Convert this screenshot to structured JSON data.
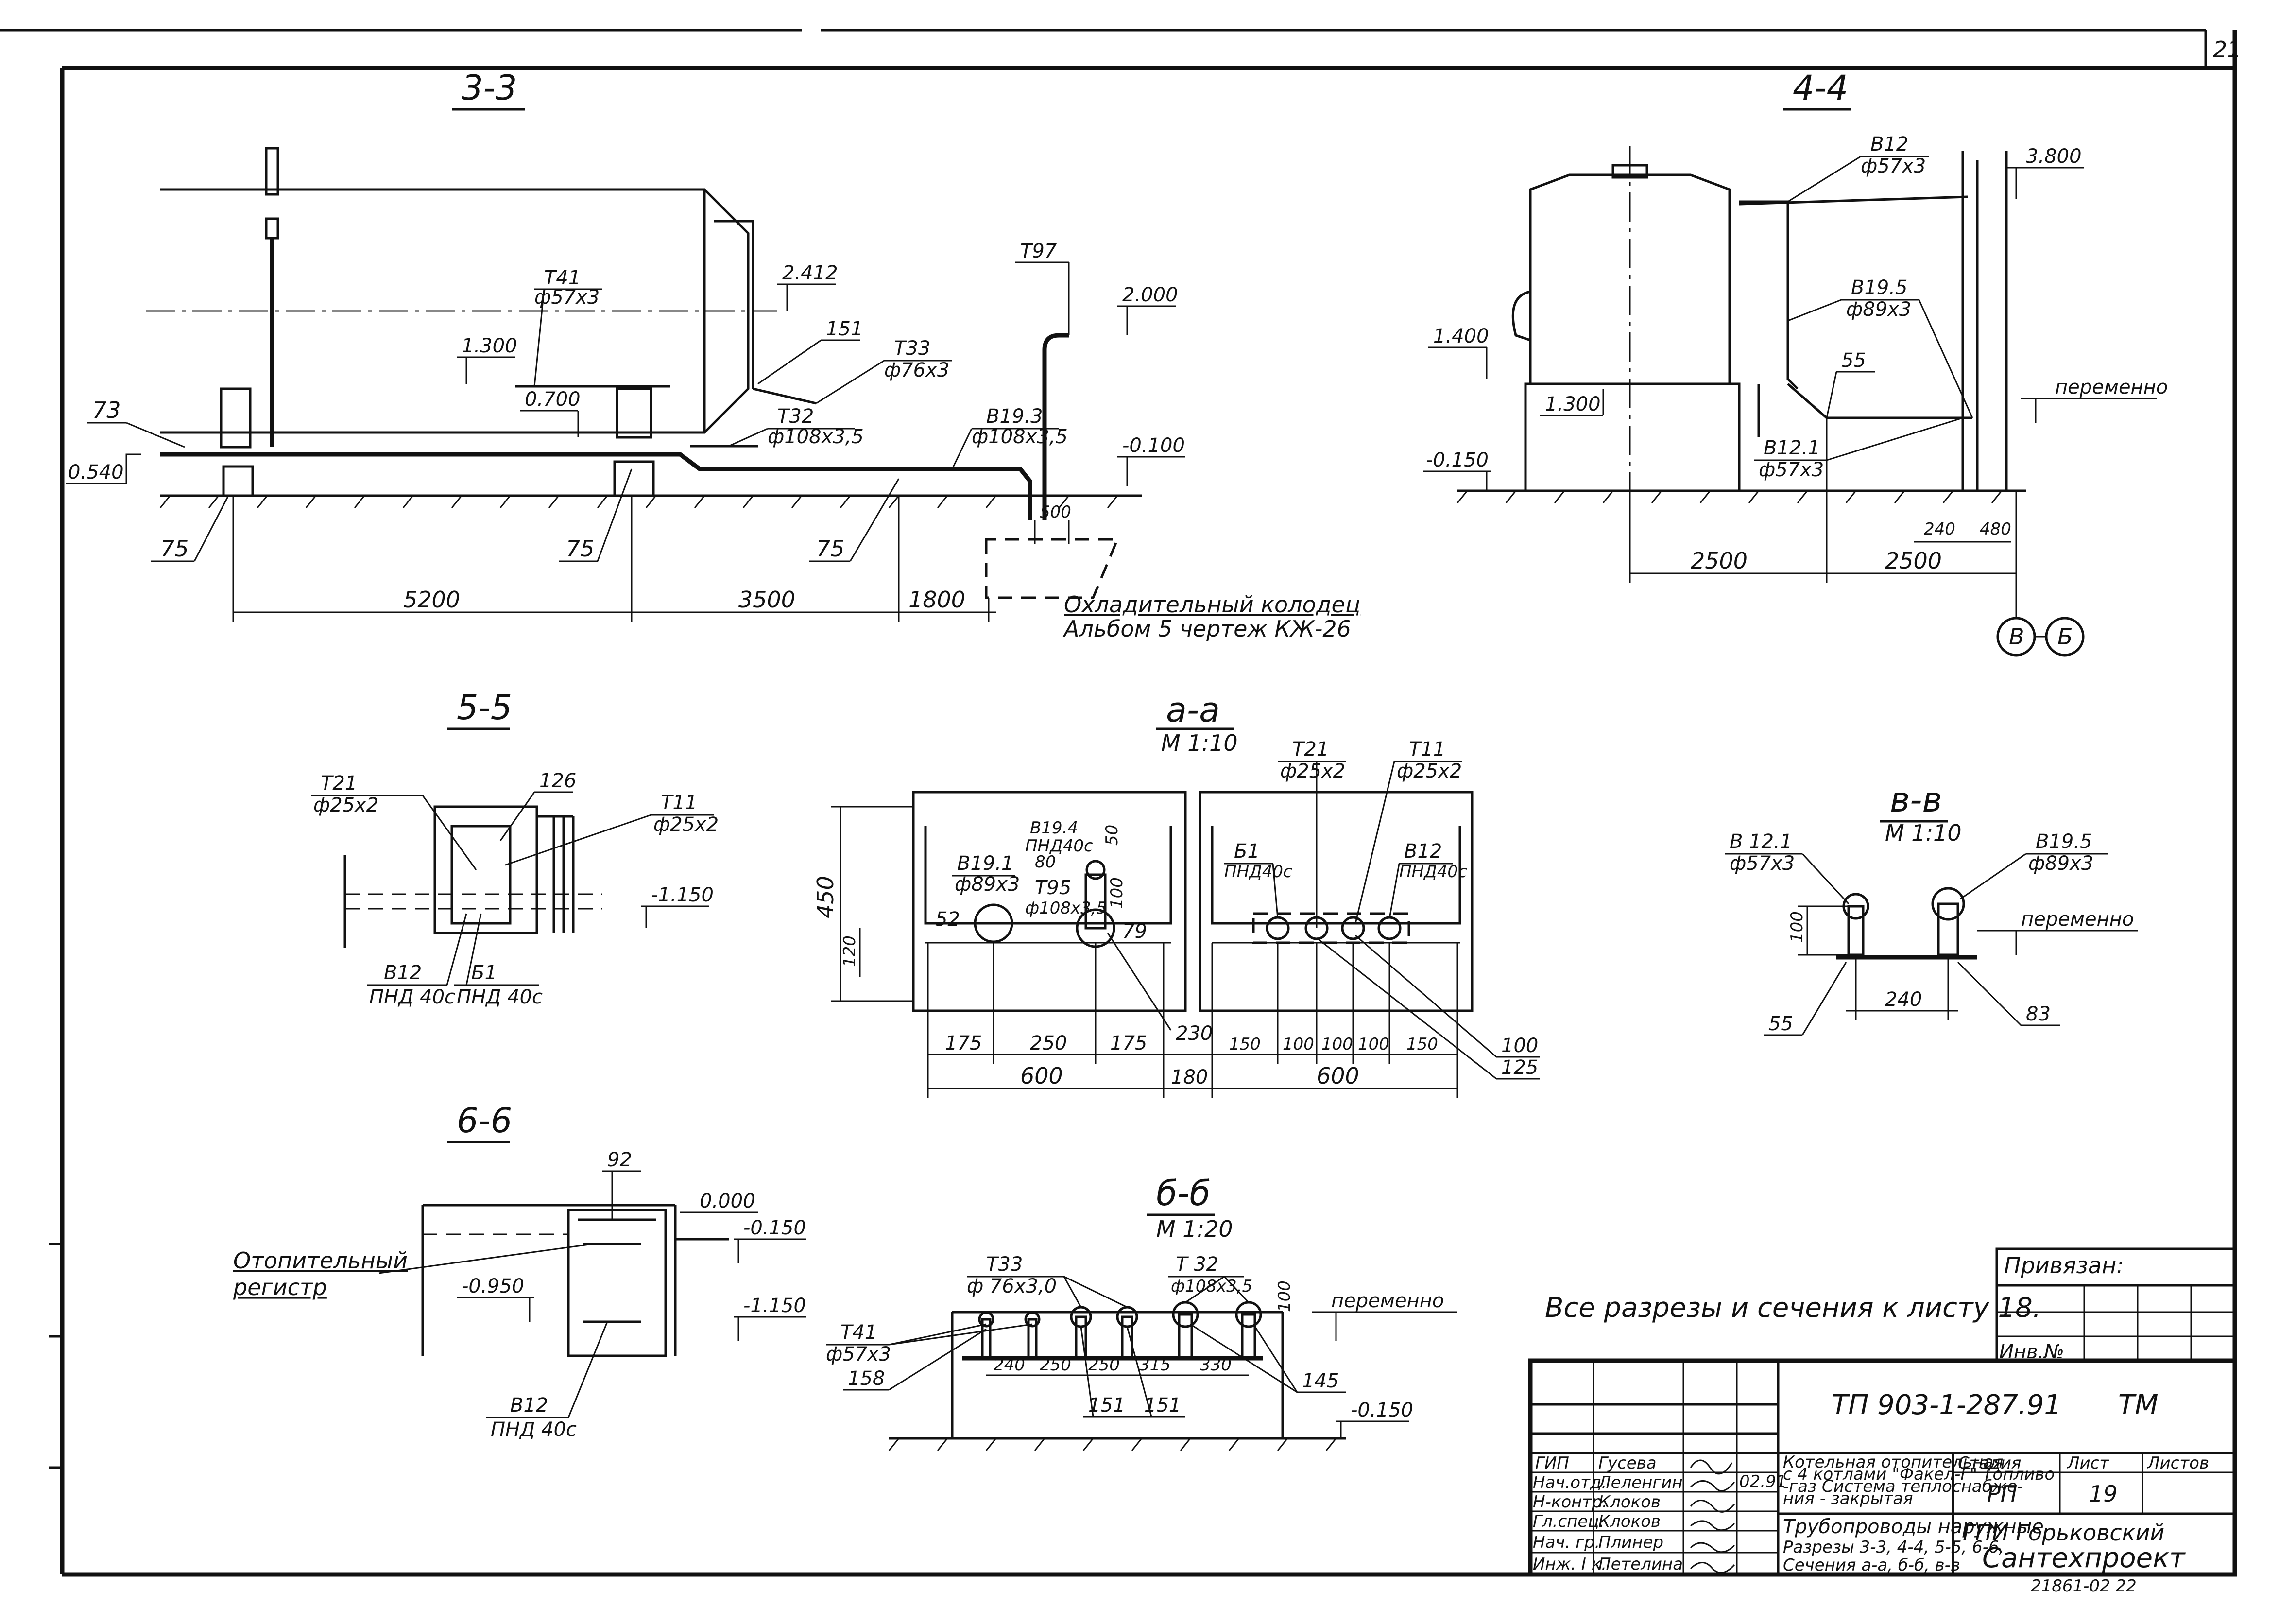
{
  "sheet": {
    "corner_number": "21",
    "note": "Все разрезы и сечения к листу 18.",
    "bound_to": "Привязан:",
    "inv_no": "Инв.№",
    "code": "ТП 903-1-287.91",
    "mark": "ТМ"
  },
  "s33": {
    "title": "3-3",
    "lbl73": "73",
    "lvl0540": "0.540",
    "lbl75a": "75",
    "lbl75b": "75",
    "lbl75c": "75",
    "t41": "Т41",
    "t41s": "ф57х3",
    "lvl1300": "1.300",
    "lvl0700": "0.700",
    "lvl2412": "2.412",
    "lbl151": "151",
    "t33": "Т33",
    "t33s": "ф76х3",
    "t32": "Т32",
    "t32s": "ф108х3,5",
    "b193": "В19.3",
    "b193s": "ф108х3,5",
    "t97": "Т97",
    "lvl2000": "2.000",
    "lvl0100": "-0.100",
    "dim500": "500",
    "dim5200": "5200",
    "dim3500": "3500",
    "dim1800": "1800",
    "well1": "Охладительный колодец",
    "well2": "Альбом 5 чертеж КЖ-26"
  },
  "s44": {
    "title": "4-4",
    "b12": "В12",
    "b12s": "ф57х3",
    "lvl3800": "3.800",
    "b195": "В19.5",
    "b195s": "ф89х3",
    "lvl1400": "1.400",
    "lbl55": "55",
    "lvl1300": "1.300",
    "var": "переменно",
    "lvl0150": "-0.150",
    "b121": "В12.1",
    "b121s": "ф57х3",
    "dim240": "240",
    "dim480": "480",
    "dim2500a": "2500",
    "dim2500b": "2500",
    "axis1": "В",
    "axis2": "Б"
  },
  "s55": {
    "title": "5-5",
    "t21": "Т21",
    "t21s": "ф25х2",
    "lbl126": "126",
    "t11": "Т11",
    "t11s": "ф25х2",
    "lvl1150": "-1.150",
    "b12": "В12",
    "b12s": "ПНД 40с",
    "b1": "Б1",
    "b1s": "ПНД 40с"
  },
  "saa": {
    "title": "а-а",
    "scale": "М 1:10",
    "t21": "Т21",
    "t21s": "ф25х2",
    "t11": "Т11",
    "t11s": "ф25х2",
    "b194": "В19.4",
    "b194s": "ПНД40с",
    "lbl80": "80",
    "lbl50": "50",
    "b191": "В19.1",
    "b191s": "ф89х3",
    "t95": "Т95",
    "t95s": "ф108х3,5",
    "lbl52": "52",
    "lbl79": "79",
    "dim100v": "100",
    "dim450": "450",
    "dim120": "120",
    "b1": "Б1",
    "b1s": "ПНД40с",
    "b12": "В12",
    "b12s": "ПНД40с",
    "d175a": "175",
    "d250": "250",
    "d175b": "175",
    "d230": "230",
    "d150a": "150",
    "d100a": "100",
    "d100b": "100",
    "d100c": "100",
    "d150b": "150",
    "d100r": "100",
    "d125": "125",
    "d600a": "600",
    "d180": "180",
    "d600b": "600"
  },
  "sbb": {
    "title": "в-в",
    "scale": "М 1:10",
    "b121": "В 12.1",
    "b121s": "ф57х3",
    "b195": "В19.5",
    "b195s": "ф89х3",
    "var": "переменно",
    "dim100": "100",
    "lbl55": "55",
    "dim240": "240",
    "lbl83": "83"
  },
  "s66": {
    "title": "6-6",
    "lbl92": "92",
    "lvl0000": "0.000",
    "lvl0150": "-0.150",
    "reg1": "Отопительный",
    "reg2": "регистр",
    "lvl0950": "-0.950",
    "lvl1150": "-1.150",
    "b12": "В12",
    "b12s": "ПНД 40с"
  },
  "sbb2": {
    "title": "б-б",
    "scale": "М 1:20",
    "t33": "Т33",
    "t33s": "ф 76х3,0",
    "t32": "Т 32",
    "t32s": "ф108х3,5",
    "dim100": "100",
    "var": "переменно",
    "t41": "Т41",
    "t41s": "ф57х3",
    "lbl158": "158",
    "d240": "240",
    "d250a": "250",
    "d250b": "250",
    "d315": "315",
    "d330": "330",
    "lbl145": "145",
    "lbl151a": "151",
    "lbl151b": "151",
    "lvl0150": "-0.150"
  },
  "title_block": {
    "rows": [
      {
        "role": "ГИП",
        "name": "Гусева"
      },
      {
        "role": "Нач.отд.",
        "name": "Леленгин"
      },
      {
        "role": "Н-контр.",
        "name": "Клоков"
      },
      {
        "role": "Гл.спец.",
        "name": "Клоков"
      },
      {
        "role": "Нач. гр.",
        "name": "Плинер"
      },
      {
        "role": "Инж. I к.",
        "name": "Петелина"
      }
    ],
    "date": "02.91",
    "desc1": "Котельная отопительная",
    "desc2": "с 4 котлами \"Факел-Г\" Топливо",
    "desc3": "-газ Система теплоснабже-",
    "desc4": "ния - закрытая",
    "sheet_title1": "Трубопроводы наружные",
    "sheet_title2": "Разрезы 3-3, 4-4, 5-5, 6-6,",
    "sheet_title3": "Сечения а-а, б-б, в-в",
    "stage_h": "Стадия",
    "sheet_h": "Лист",
    "sheets_h": "Листов",
    "stage": "РП",
    "sheet_no": "19",
    "org1": "ГПИ Горьковский",
    "org2": "Сантехпроект",
    "bottom_code": "21861-02 22"
  }
}
